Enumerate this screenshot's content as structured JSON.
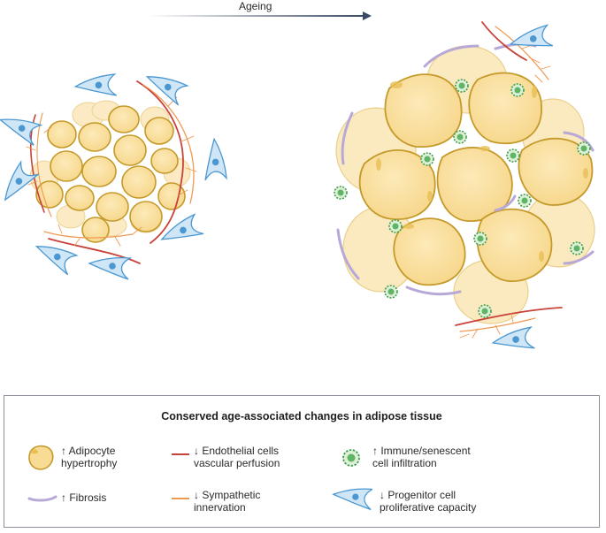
{
  "header": {
    "arrow_label": "Ageing"
  },
  "legend": {
    "title": "Conserved age-associated changes in adipose tissue",
    "items": [
      {
        "icon": "adipocyte-icon",
        "text": "↑ Adipocyte\nhypertrophy"
      },
      {
        "icon": "endothelial-line-icon",
        "text": "↓ Endothelial cells\nvascular perfusion"
      },
      {
        "icon": "immune-cell-icon",
        "text": "↑ Immune/senescent\ncell infiltration"
      },
      {
        "icon": "fibrosis-icon",
        "text": "↑ Fibrosis"
      },
      {
        "icon": "sympathetic-line-icon",
        "text": "↓ Sympathetic\ninnervation"
      },
      {
        "icon": "progenitor-cell-icon",
        "text": "↓ Progenitor cell\nproliferative capacity"
      }
    ]
  },
  "colors": {
    "adipocyte_fill": "#f8dc96",
    "adipocyte_stroke": "#c49a2a",
    "endothelial": "#c9423a",
    "sympathetic": "#ef9a52",
    "fibrosis": "#b8a8d6",
    "immune": "#3f9e4a",
    "progenitor": "#4a97d1",
    "arrow": "#3a4a66"
  }
}
